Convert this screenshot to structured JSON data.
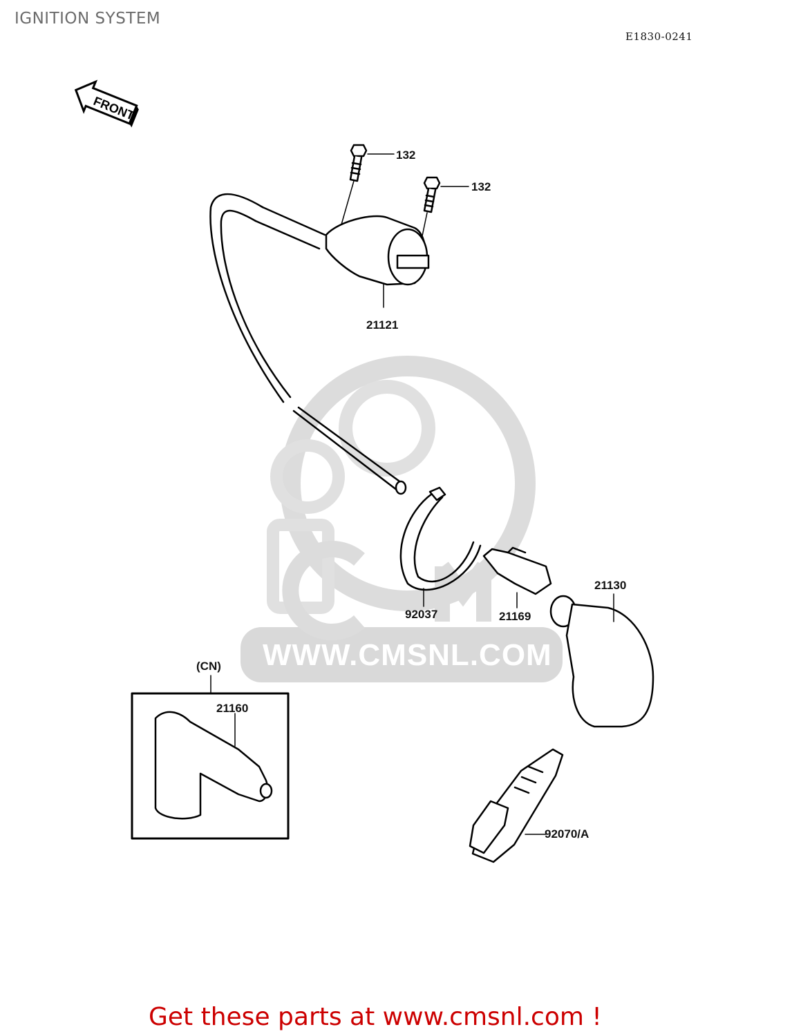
{
  "header": {
    "title": "IGNITION SYSTEM",
    "diagram_code": "E1830-0241"
  },
  "orientation": {
    "label": "FRONT",
    "icon": "front-arrow-icon"
  },
  "parts": [
    {
      "id": "132a",
      "number": "132",
      "name": "bolt"
    },
    {
      "id": "132b",
      "number": "132",
      "name": "bolt"
    },
    {
      "id": "21121",
      "number": "21121",
      "name": "ignition coil"
    },
    {
      "id": "92037",
      "number": "92037",
      "name": "clamp band"
    },
    {
      "id": "21169",
      "number": "21169",
      "name": "terminal"
    },
    {
      "id": "21130",
      "number": "21130",
      "name": "spark plug cap"
    },
    {
      "id": "21160",
      "number": "21160",
      "name": "spark plug cap (CN)"
    },
    {
      "id": "92070A",
      "number": "92070/A",
      "name": "spark plug"
    }
  ],
  "inset": {
    "label": "(CN)"
  },
  "watermark": {
    "text": "WWW.CMSNL.COM",
    "color": "#d9d9d9"
  },
  "footer": {
    "cta": "Get these parts at www.cmsnl.com !",
    "color": "#cc0000"
  }
}
